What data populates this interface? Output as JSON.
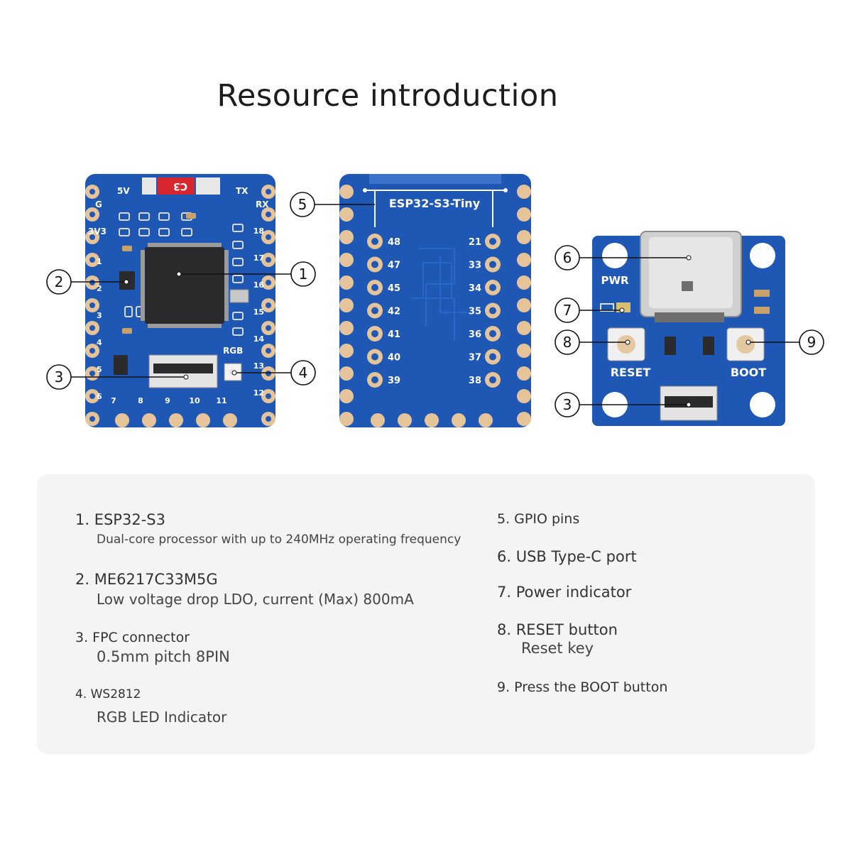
{
  "title": "Resource introduction",
  "board_front": {
    "labels": {
      "v5": "5V",
      "tx": "TX",
      "g": "G",
      "rx": "RX",
      "v3v3": "3V3",
      "rgb": "RGB",
      "chip_c3": "C3"
    },
    "left_pins": [
      "1",
      "2",
      "3",
      "4",
      "5",
      "6"
    ],
    "right_pins": [
      "18",
      "17",
      "16",
      "15",
      "14",
      "13",
      "12"
    ],
    "bottom_pins": [
      "7",
      "8",
      "9",
      "10",
      "11"
    ]
  },
  "board_back": {
    "name": "ESP32-S3-Tiny",
    "left_pins": [
      "48",
      "47",
      "45",
      "42",
      "41",
      "40",
      "39"
    ],
    "right_pins": [
      "21",
      "33",
      "34",
      "35",
      "36",
      "37",
      "38"
    ]
  },
  "board_adapter": {
    "pwr": "PWR",
    "reset": "RESET",
    "boot": "BOOT"
  },
  "callouts": {
    "c1": "1",
    "c2": "2",
    "c3": "3",
    "c4": "4",
    "c5": "5",
    "c6": "6",
    "c7": "7",
    "c8": "8",
    "c9": "9",
    "c3b": "3"
  },
  "descriptions": {
    "i1": {
      "title": "1. ESP32-S3",
      "detail": "Dual-core processor with up to 240MHz operating frequency"
    },
    "i2": {
      "title": "2. ME6217C33M5G",
      "detail": "Low voltage drop LDO, current (Max) 800mA"
    },
    "i3": {
      "title": "3. FPC connector",
      "detail": "0.5mm pitch 8PIN"
    },
    "i4": {
      "title": "4. WS2812",
      "detail": "RGB LED Indicator"
    },
    "i5": {
      "title": "5. GPIO pins"
    },
    "i6": {
      "title": "6. USB Type-C port"
    },
    "i7": {
      "title": "7. Power indicator"
    },
    "i8": {
      "title": "8. RESET button",
      "detail": "Reset key"
    },
    "i9": {
      "title": "9. Press the BOOT button"
    }
  },
  "colors": {
    "pcb": "#1f57b4",
    "pcb_dark": "#163f8a",
    "pad": "#d9b98a",
    "chip": "#2b2b2e",
    "silk": "#ffffff",
    "panel": "#f4f4f4"
  }
}
